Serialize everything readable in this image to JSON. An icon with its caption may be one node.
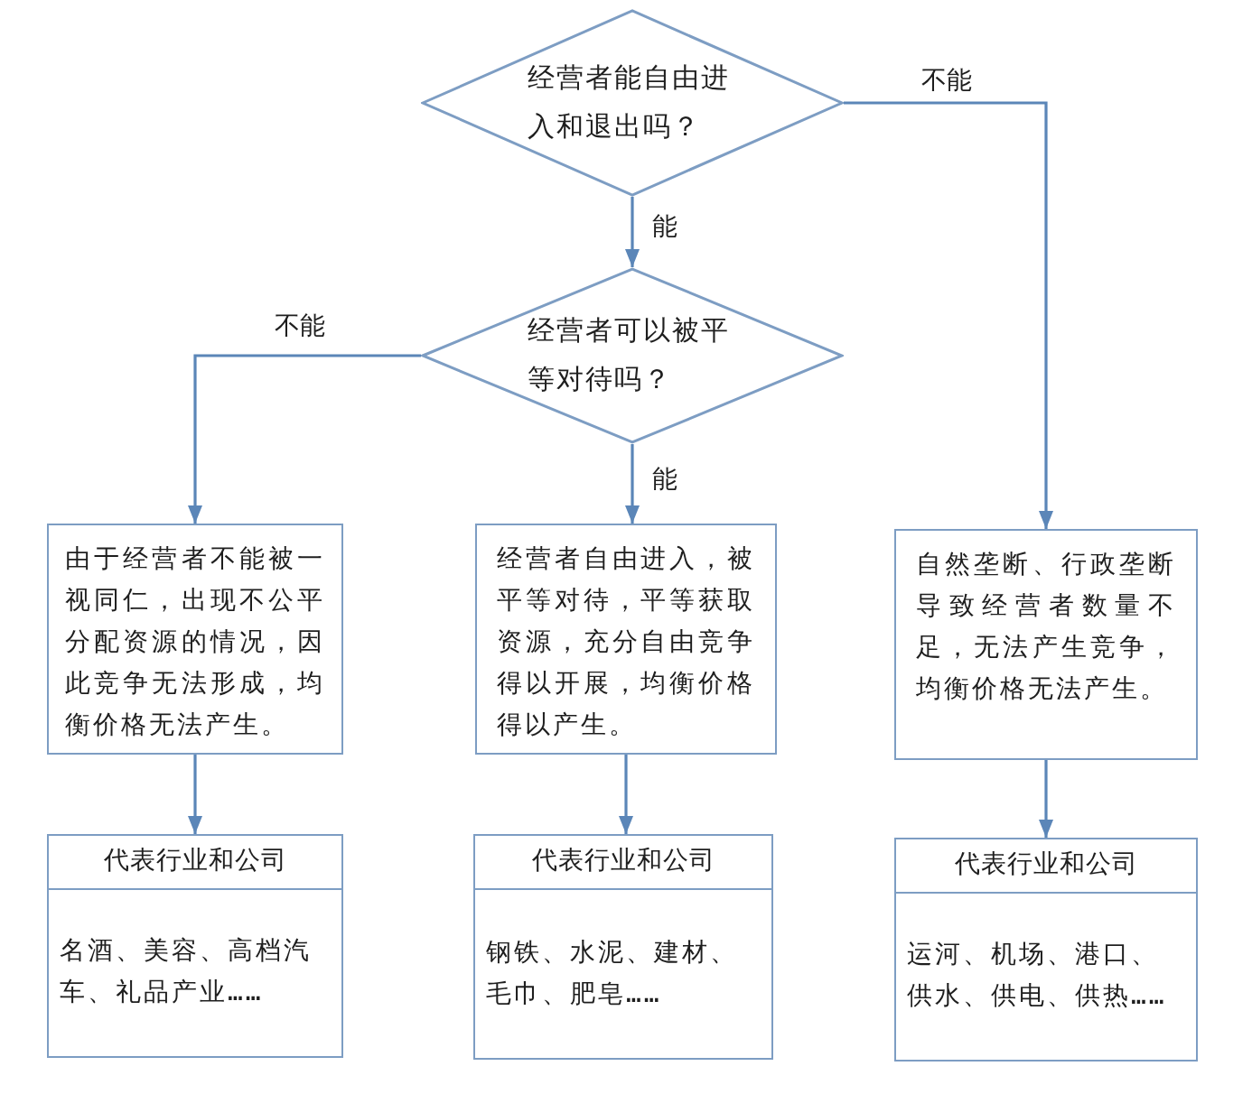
{
  "diagram": {
    "nodes": [
      {
        "text": [
          "经营者能自由进入和退出吗？"
        ]
      },
      {
        "text": [
          "经营者可以被平等对待吗？"
        ]
      },
      {
        "text": [
          "由于经营者不能被一视同仁，出现不公平分配资源的情况，因此竞争无法形成，均衡价格无法产生。"
        ]
      },
      {
        "text": [
          "经营者自由进入，被平等对待，平等获取资源，充分自由竞争得以开展，均衡价格得以产生。"
        ]
      },
      {
        "text": [
          "自然垄断、行政垄断导致经营者数量不足，无法产生竞争，均衡价格无法产生。"
        ]
      },
      {
        "text": [
          "代表行业和公司",
          "名酒、美容、高档汽车、礼品产业……"
        ]
      },
      {
        "text": [
          "代表行业和公司",
          "钢铁、水泥、建材、毛巾、肥皂……"
        ]
      },
      {
        "text": [
          "代表行业和公司",
          "运河、机场、港口、供水、供电、供热……"
        ]
      }
    ],
    "edges": [
      {
        "from": 0,
        "to": 1,
        "arrow": "to",
        "label": "能"
      },
      {
        "from": 0,
        "to": 4,
        "arrow": "to",
        "label": "不能"
      },
      {
        "from": 1,
        "to": 2,
        "arrow": "to",
        "label": "不能"
      },
      {
        "from": 1,
        "to": 3,
        "arrow": "to",
        "label": "能"
      },
      {
        "from": 2,
        "to": 5,
        "arrow": "to"
      },
      {
        "from": 3,
        "to": 6,
        "arrow": "to"
      },
      {
        "from": 4,
        "to": 7,
        "arrow": "to"
      }
    ]
  }
}
